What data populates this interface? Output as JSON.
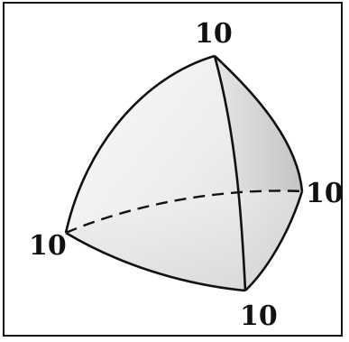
{
  "figure": {
    "description_free": true,
    "vertices": [
      {
        "id": "top",
        "label": "10"
      },
      {
        "id": "right",
        "label": "10"
      },
      {
        "id": "left",
        "label": "10"
      },
      {
        "id": "bottom",
        "label": "10"
      }
    ],
    "colors": {
      "ink": "#111111",
      "shade_light": "#f4f4f4",
      "shade_mid": "#e2e2e2",
      "shade_dark": "#c9c9c9"
    }
  }
}
